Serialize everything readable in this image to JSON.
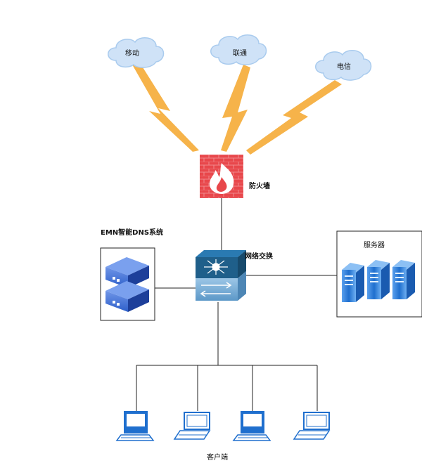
{
  "clouds": [
    {
      "id": "mobile",
      "label": "移动"
    },
    {
      "id": "unicom",
      "label": "联通"
    },
    {
      "id": "telecom",
      "label": "电信"
    }
  ],
  "firewall": {
    "label": "防火墙"
  },
  "switch": {
    "label": "网络交换"
  },
  "dns": {
    "label": "EMN智能DNS系统"
  },
  "servers": {
    "label": "服务器"
  },
  "clients": {
    "label": "客户端"
  },
  "colors": {
    "cloud_fill": "#cfe2f7",
    "cloud_stroke": "#9ec3e8",
    "lightning": "#f6b34a",
    "firewall": "#e8474b",
    "switch_top": "#1f5f8a",
    "switch_bottom": "#7fb2d8",
    "server_blue": "#1f6fce",
    "line": "#222222"
  }
}
